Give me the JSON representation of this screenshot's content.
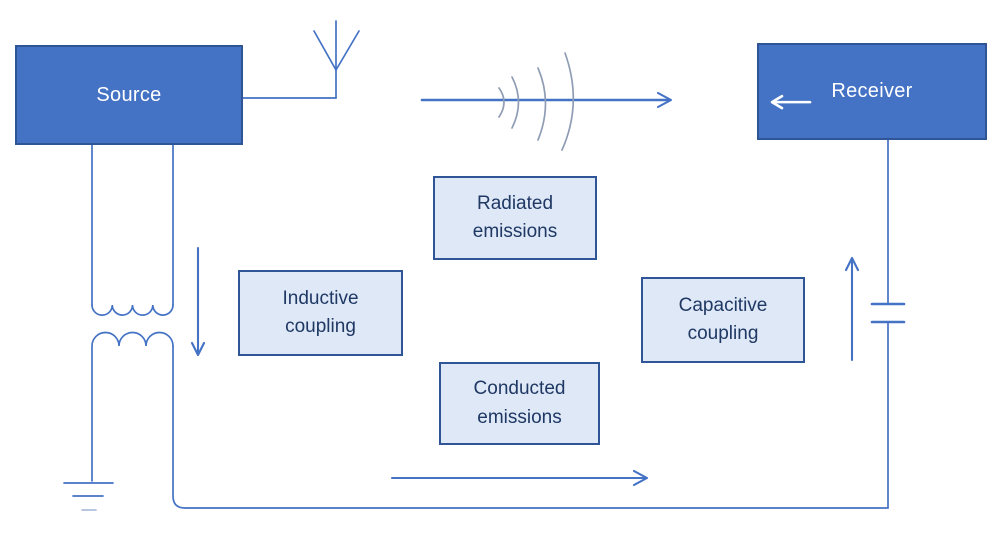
{
  "diagram": {
    "subject": "EMC emission and coupling paths between a source and a receiver",
    "nodes": [
      {
        "id": "source",
        "label": "Source"
      },
      {
        "id": "receiver",
        "label": "Receiver"
      }
    ],
    "labels": [
      {
        "id": "radiated-emissions",
        "line1": "Radiated",
        "line2": "emissions"
      },
      {
        "id": "inductive-coupling",
        "line1": "Inductive",
        "line2": "coupling"
      },
      {
        "id": "capacitive-coupling",
        "line1": "Capacitive",
        "line2": "coupling"
      },
      {
        "id": "conducted-emissions",
        "line1": "Conducted",
        "line2": "emissions"
      }
    ],
    "icons": [
      "antenna-icon",
      "radio-wave-icon",
      "transformer-icon",
      "capacitor-icon",
      "ground-icon",
      "receiver-input-arrow-icon"
    ],
    "arrows": [
      "radiated-emissions-arrow",
      "conducted-emissions-arrow",
      "inductive-coupling-arrow",
      "capacitive-coupling-arrow"
    ]
  },
  "colors": {
    "background": "#FFFFFF",
    "line": "#4472C4",
    "node_fill": "#4472C4",
    "node_border": "#2F5597",
    "node_text": "#FFFFFF",
    "label_fill": "#DEE8F6",
    "label_border": "#2F5597",
    "label_text": "#1F3864",
    "wave": "#8F9DB4",
    "ground_faint": "#AFBEDB"
  }
}
